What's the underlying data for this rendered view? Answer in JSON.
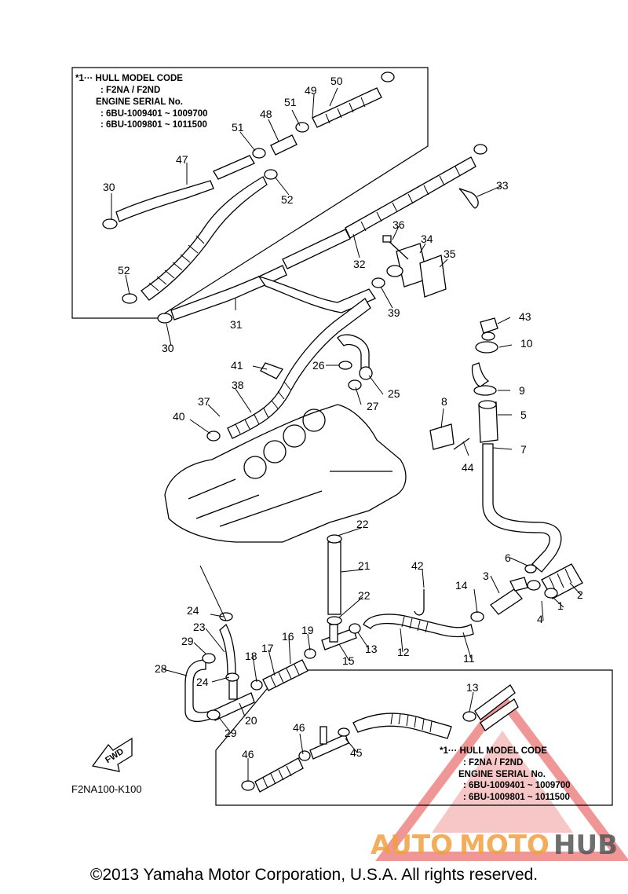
{
  "callout_numbers": [
    "1",
    "2",
    "3",
    "4",
    "5",
    "6",
    "7",
    "8",
    "9",
    "10",
    "11",
    "12",
    "13",
    "14",
    "15",
    "16",
    "17",
    "18",
    "19",
    "20",
    "21",
    "22",
    "23",
    "24",
    "25",
    "26",
    "27",
    "28",
    "29",
    "30",
    "31",
    "32",
    "33",
    "34",
    "35",
    "36",
    "37",
    "38",
    "39",
    "40",
    "41",
    "42",
    "43",
    "44",
    "45",
    "46",
    "47",
    "48",
    "49",
    "50",
    "51",
    "52"
  ],
  "note_top": {
    "line1": "*1··· HULL MODEL CODE",
    "line2": ": F2NA / F2ND",
    "line3": "ENGINE SERIAL No.",
    "line4": ": 6BU-1009401 ~ 1009700",
    "line5": ": 6BU-1009801 ~ 1011500"
  },
  "note_bottom": {
    "line1": "*1··· HULL MODEL CODE",
    "line2": ": F2NA / F2ND",
    "line3": "ENGINE SERIAL No.",
    "line4": ": 6BU-1009401 ~ 1009700",
    "line5": ": 6BU-1009801 ~ 1011500"
  },
  "fwd_label": "FWD",
  "figure_code": "F2NA100-K100",
  "copyright": "©2013 Yamaha Motor Corporation, U.S.A. All rights reserved.",
  "watermark": {
    "auto": "AUTO",
    "moto": "MOTO",
    "hub": "HUB",
    "color_auto": "#f0a040",
    "color_hub": "#555555",
    "color_triangle": "#e03030"
  }
}
